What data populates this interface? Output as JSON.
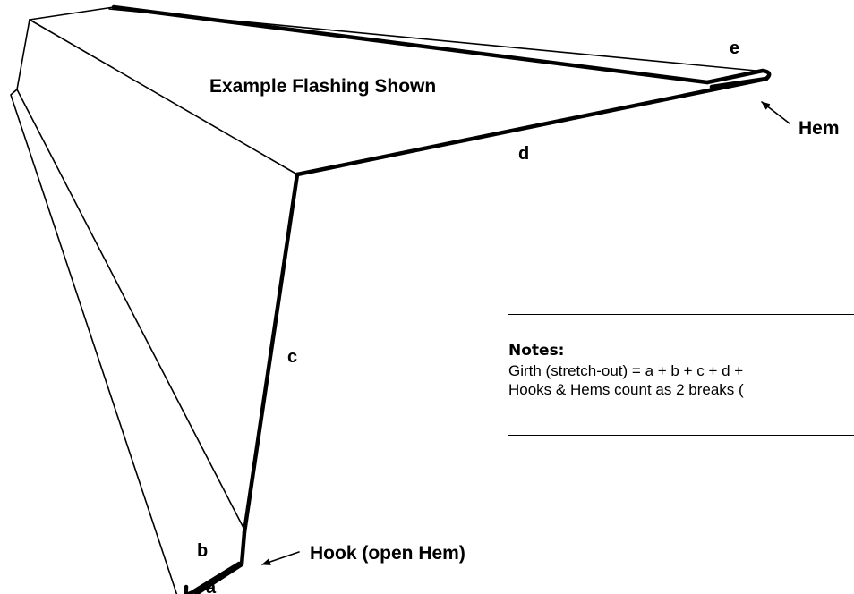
{
  "diagram": {
    "title": "Example Flashing Shown",
    "labels": {
      "a": "a",
      "b": "b",
      "c": "c",
      "d": "d",
      "e": "e"
    },
    "callouts": {
      "hem": "Hem",
      "hook": "Hook (open Hem)"
    }
  },
  "notes": {
    "title": "Notes:",
    "lines": [
      "Girth (stretch-out) = a + b + c + d +",
      "Hooks & Hems count as 2 breaks ("
    ]
  }
}
